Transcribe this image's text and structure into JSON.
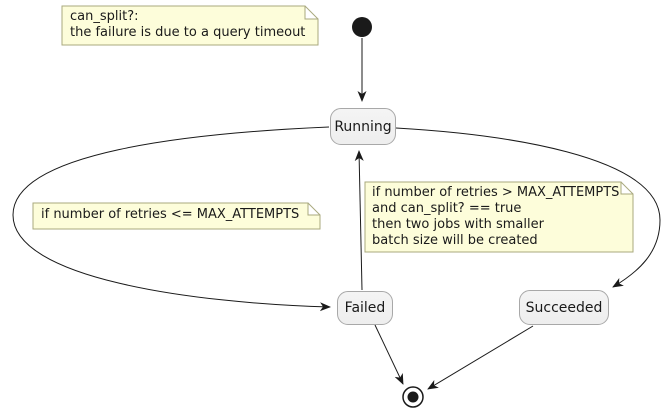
{
  "diagram": {
    "kind": "state-machine",
    "states": {
      "running": {
        "label": "Running"
      },
      "failed": {
        "label": "Failed"
      },
      "succeeded": {
        "label": "Succeeded"
      }
    },
    "pseudostates": {
      "initial": {
        "icon": "filled-circle"
      },
      "final": {
        "icon": "bullseye-circle"
      }
    },
    "notes": {
      "can_split_definition": {
        "text": "can_split?:\nthe failure is due to a query timeout"
      },
      "retry_condition": {
        "text": "if number of retries <= MAX_ATTEMPTS"
      },
      "split_condition": {
        "text": "if number of retries > MAX_ATTEMPTS\nand can_split? == true\nthen two jobs with smaller\nbatch size will be created"
      }
    },
    "transitions": [
      {
        "from": "initial",
        "to": "Running"
      },
      {
        "from": "Running",
        "to": "Failed",
        "note": "retry_condition"
      },
      {
        "from": "Failed",
        "to": "Running",
        "note": "split_condition"
      },
      {
        "from": "Running",
        "to": "Succeeded"
      },
      {
        "from": "Failed",
        "to": "final"
      },
      {
        "from": "Succeeded",
        "to": "final"
      }
    ],
    "colors": {
      "background": "#ffffff",
      "state_fill": "#eeeeee",
      "state_border": "#a8a8a8",
      "note_fill": "#fdfdda",
      "note_border": "#a9a97e",
      "edge": "#1a1a1a",
      "text": "#1a1a1a"
    }
  }
}
